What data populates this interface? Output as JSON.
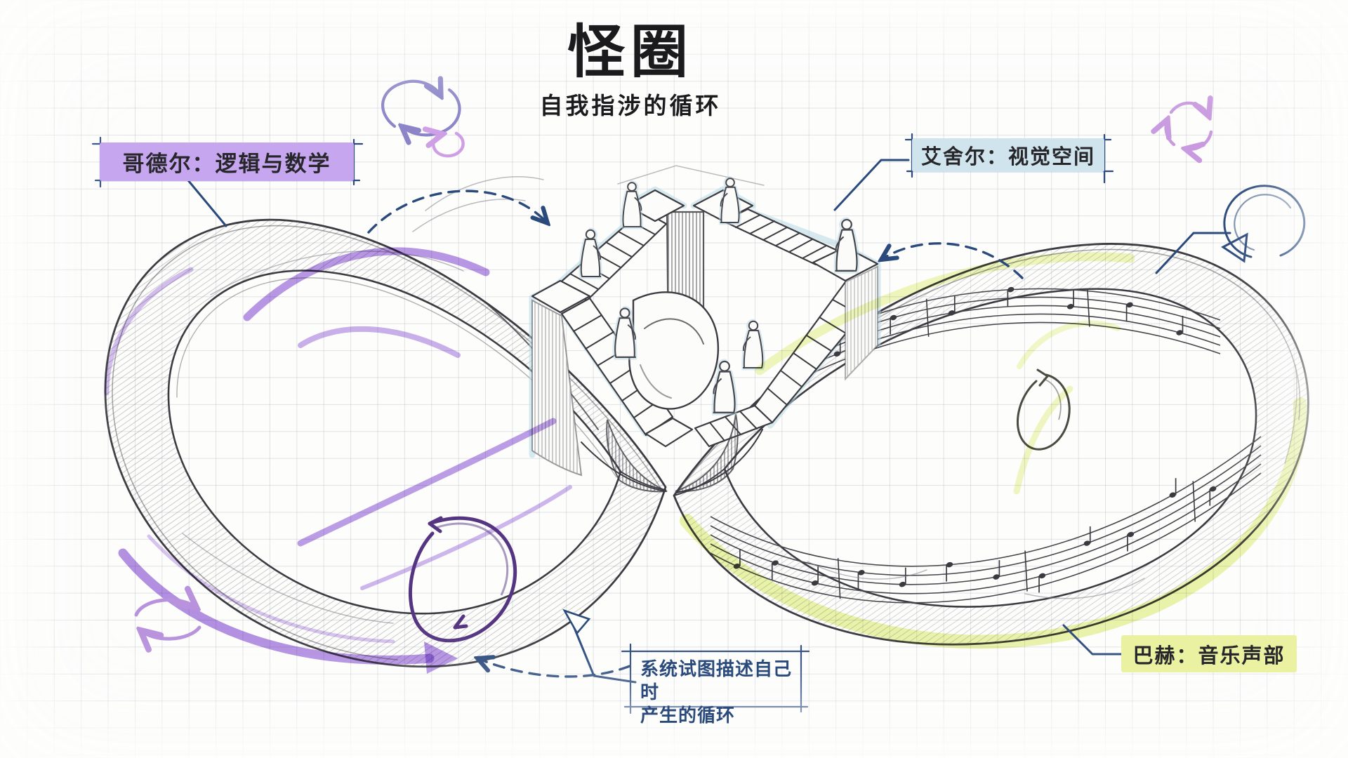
{
  "title": {
    "text": "怪圈",
    "subtitle": "自我指涉的循环"
  },
  "labels": {
    "godel": {
      "text": "哥德尔：逻辑与数学",
      "highlight": "#c6a7ef"
    },
    "escher": {
      "text": "艾舍尔：视觉空间",
      "highlight": "#cfe4ec"
    },
    "bach": {
      "text": "巴赫：音乐声部",
      "highlight": "#eaf2a1"
    },
    "annotation": {
      "text": "系统试图描述自己时产生的循环",
      "line1": "系统试图描述自己时",
      "line2": "产生的循环"
    }
  },
  "icons": {
    "cycle_top_left": "cycle-arrows-icon",
    "spiral_top_left": "spiral-arrow-icon",
    "cycle_top_right": "circular-cycle-icon",
    "loop_right": "loop-arrow-icon",
    "cycle_bottom_left": "ellipse-cycle-icon",
    "loop_in_band": "sketch-loop-icon"
  },
  "colors": {
    "ink_blue": "#2b4a7c",
    "pencil": "#3b3b41",
    "glow_blue": "#b7d8e3",
    "accent_purple": "#a77de0",
    "dark_purple": "#553581",
    "accent_yellow": "#e3f087",
    "periwinkle": "#8b84c8",
    "pink": "#c99ae0",
    "lavender": "#b892dd"
  }
}
